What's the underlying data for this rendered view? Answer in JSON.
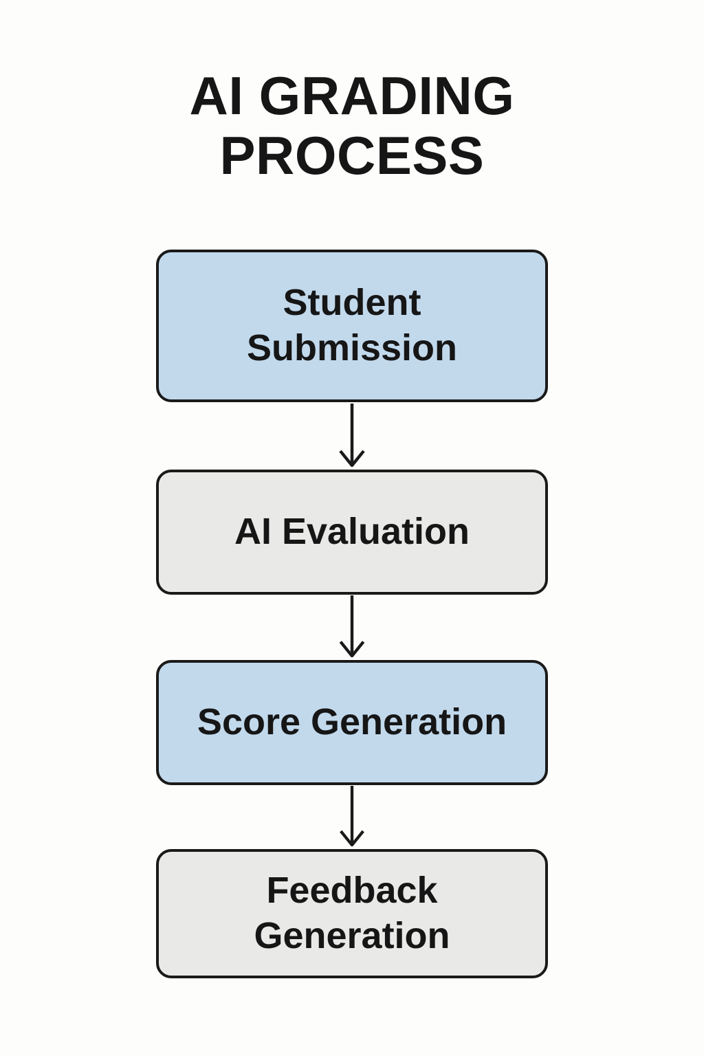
{
  "title": "AI GRADING PROCESS",
  "flowchart": {
    "nodes": [
      {
        "label": "Student Submission",
        "fill": "#c2d9ec"
      },
      {
        "label": "AI Evaluation",
        "fill": "#e9e9e7"
      },
      {
        "label": "Score Generation",
        "fill": "#c2d9ec"
      },
      {
        "label": "Feedback Generation",
        "fill": "#e9e9e7"
      }
    ],
    "connections": [
      {
        "from": "Student Submission",
        "to": "AI Evaluation"
      },
      {
        "from": "AI Evaluation",
        "to": "Score Generation"
      },
      {
        "from": "Score Generation",
        "to": "Feedback Generation"
      }
    ]
  },
  "colors": {
    "background": "#fdfdfb",
    "node_border": "#1a1a1a",
    "text": "#161616",
    "node_fill_blue": "#c2d9ec",
    "node_fill_gray": "#e9e9e7",
    "arrow": "#1a1a1a"
  }
}
